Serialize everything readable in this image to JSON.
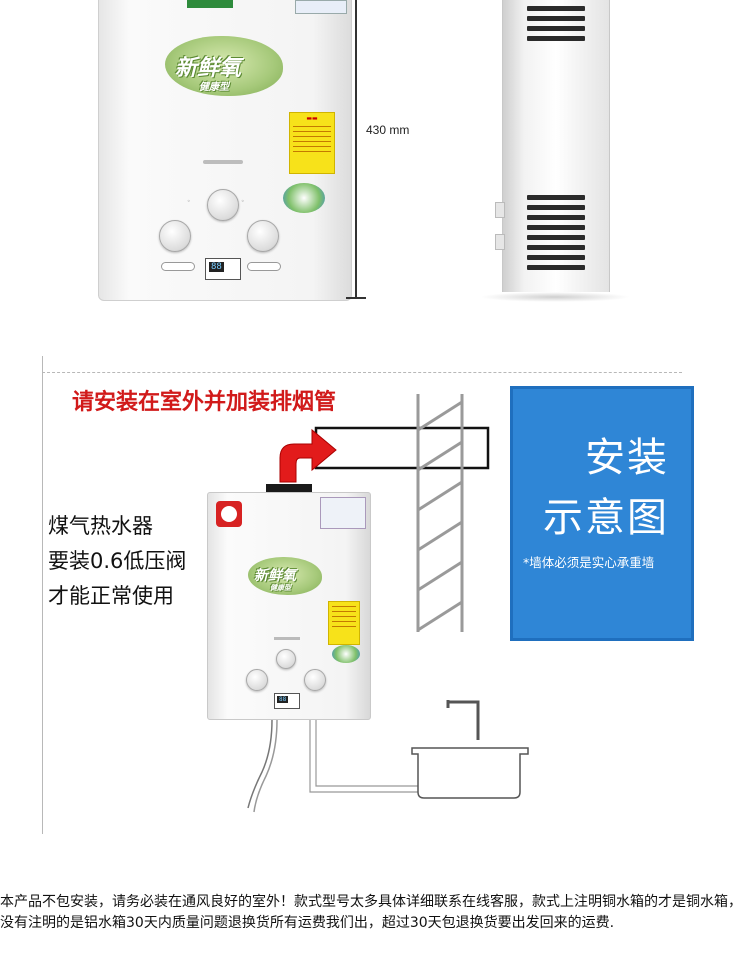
{
  "dimension": {
    "label": "430 mm"
  },
  "product": {
    "logo_main": "新鲜氧",
    "logo_sub": "健康型"
  },
  "install": {
    "title": "请安装在室外并加装排烟管",
    "caption_lines": [
      "煤气热水器",
      "要装0.6低压阀",
      "才能正常使用"
    ],
    "card_line1": "安装",
    "card_line2": "示意图",
    "card_note": "*墙体必须是实心承重墙"
  },
  "footer": {
    "text": "本产品不包安装，请务必装在通风良好的室外！款式型号太多具体详细联系在线客服，款式上注明铜水箱的才是铜水箱，没有注明的是铝水箱30天内质量问题退换货所有运费我们出，超过30天包退换货要出发回来的运费."
  },
  "colors": {
    "accent_red": "#d11a1a",
    "card_blue": "#2f86d6",
    "warning_yellow": "#f7e21a",
    "logo_green": "#a6c97a"
  },
  "icons": [
    "water-heater-front",
    "water-heater-side",
    "exhaust-pipe-arrow",
    "wall-hatch",
    "sink-faucet"
  ]
}
